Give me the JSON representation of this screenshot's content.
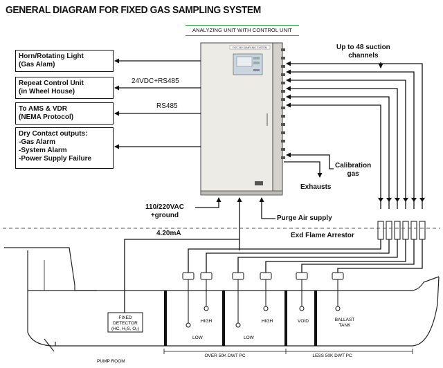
{
  "title": "GENERAL DIAGRAM FOR FIXED GAS SAMPLING SYSTEM",
  "unit_banner": "ANALYZING UNIT WITH CONTROL UNIT",
  "cabinet_label": "FGS 340 SAMPLING SYSTEM",
  "outputs": [
    {
      "line1": "Horn/Rotating Light",
      "line2": "(Gas Alam)"
    },
    {
      "line1": "Repeat Control Unit",
      "line2": "(in Wheel House)"
    },
    {
      "line1": "To AMS & VDR",
      "line2": "(NEMA Protocol)"
    },
    {
      "line1": "Dry Contact outputs:",
      "line2": "-Gas Alarm",
      "line3": "-System Alarm",
      "line4": "-Power Supply Failure"
    }
  ],
  "signals": {
    "repeat": "24VDC+RS485",
    "ams": "RS485",
    "analog": "4.20mA"
  },
  "labels": {
    "channels_l1": "Up to 48 suction",
    "channels_l2": "channels",
    "calibration_l1": "Calibration",
    "calibration_l2": "gas",
    "exhausts": "Exhausts",
    "power_l1": "110/220VAC",
    "power_l2": "+ground",
    "purge": "Purge Air supply",
    "arrestor": "Exd Flame Arrestor"
  },
  "hull": {
    "detector_l1": "FIXED",
    "detector_l2": "DETECTOR",
    "detector_l3": "(HC, H₂S, O₂)",
    "pump_room": "PUMP ROOM",
    "high": "HIGH",
    "low": "LOW",
    "void": "VOID",
    "ballast_l1": "BALLAST",
    "ballast_l2": "TANK",
    "over": "OVER 50K DWT PC",
    "less": "LESS 50K DWT PC"
  },
  "colors": {
    "ink": "#111111",
    "cabinet": "#ecebe6",
    "banner_line": "#2e9e3a",
    "display": "#c9d6e0"
  }
}
